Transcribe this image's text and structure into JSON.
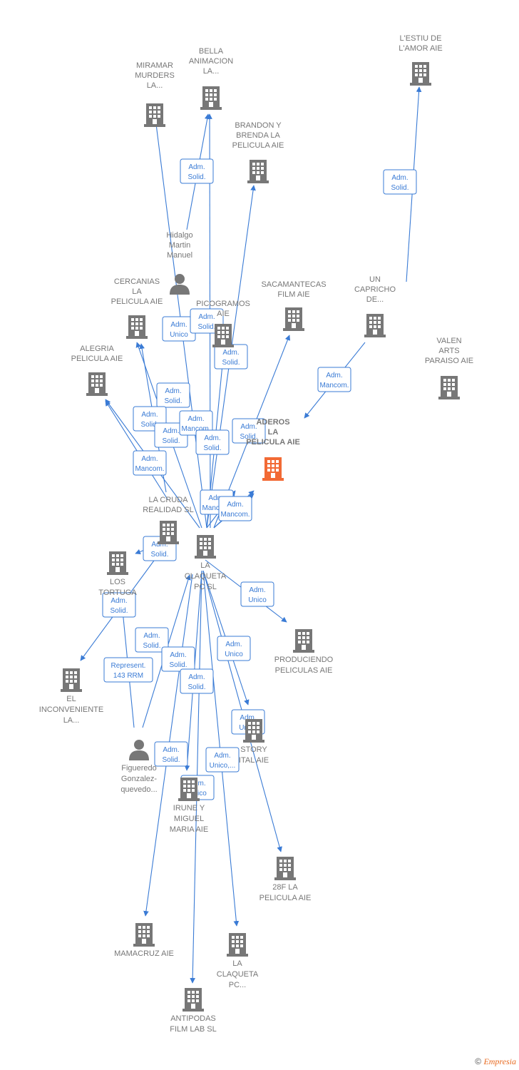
{
  "colors": {
    "edge": "#3a7bd5",
    "company": "#777777",
    "highlight": "#f26a35",
    "label": "#777777"
  },
  "nodes": [
    {
      "id": "lestiu",
      "label": [
        "L'ESTIU DE",
        "L'AMOR  AIE"
      ],
      "type": "company"
    },
    {
      "id": "bella",
      "label": [
        "BELLA",
        "ANIMACION",
        "LA..."
      ],
      "type": "company"
    },
    {
      "id": "miramar",
      "label": [
        "MIRAMAR",
        "MURDERS",
        "LA..."
      ],
      "type": "company"
    },
    {
      "id": "brandon",
      "label": [
        "BRANDON Y",
        "BRENDA LA",
        "PELICULA  AIE"
      ],
      "type": "company"
    },
    {
      "id": "hidalgo",
      "label": [
        "Hidalgo",
        "Martin",
        "Manuel"
      ],
      "type": "person"
    },
    {
      "id": "cercanias",
      "label": [
        "CERCANIAS",
        "LA",
        "PELICULA AIE"
      ],
      "type": "company"
    },
    {
      "id": "picogramos",
      "label": [
        "PICOGRAMOS",
        "AIE"
      ],
      "type": "company"
    },
    {
      "id": "sacamantecas",
      "label": [
        "SACAMANTECAS",
        "FILM  AIE"
      ],
      "type": "company"
    },
    {
      "id": "capricho",
      "label": [
        "UN",
        "CAPRICHO",
        "DE..."
      ],
      "type": "company"
    },
    {
      "id": "valen",
      "label": [
        "VALEN",
        "ARTS",
        "PARAISO AIE"
      ],
      "type": "company"
    },
    {
      "id": "alegria",
      "label": [
        "ALEGRIA",
        "PELICULA AIE"
      ],
      "type": "company"
    },
    {
      "id": "aderos",
      "label": [
        "ADEROS",
        "LA",
        "PELICULA  AIE"
      ],
      "type": "highlight"
    },
    {
      "id": "cruda",
      "label": [
        "LA CRUDA",
        "REALIDAD  SL"
      ],
      "type": "company"
    },
    {
      "id": "claqueta",
      "label": [
        "LA",
        "CLAQUETA",
        "PC SL"
      ],
      "type": "company"
    },
    {
      "id": "tortugas",
      "label": [
        "LOS",
        "TORTUGA"
      ],
      "type": "company"
    },
    {
      "id": "produciendo",
      "label": [
        "PRODUCIENDO",
        "PELICULAS  AIE"
      ],
      "type": "company"
    },
    {
      "id": "inconveniente",
      "label": [
        "EL",
        "INCONVENIENTE",
        "LA..."
      ],
      "type": "company"
    },
    {
      "id": "story",
      "label": [
        "STORY",
        "ITAL  AIE"
      ],
      "type": "company"
    },
    {
      "id": "figueredo",
      "label": [
        "Figueredo",
        "Gonzalez-",
        "quevedo..."
      ],
      "type": "person"
    },
    {
      "id": "irune",
      "label": [
        "IRUNE Y",
        "MIGUEL",
        "MARIA  AIE"
      ],
      "type": "company"
    },
    {
      "id": "f28",
      "label": [
        "28F LA",
        "PELICULA  AIE"
      ],
      "type": "company"
    },
    {
      "id": "mamacruz",
      "label": [
        "MAMACRUZ  AIE"
      ],
      "type": "company"
    },
    {
      "id": "claquetapc",
      "label": [
        "LA",
        "CLAQUETA",
        "PC..."
      ],
      "type": "company"
    },
    {
      "id": "antipodas",
      "label": [
        "ANTIPODAS",
        "FILM LAB  SL"
      ],
      "type": "company"
    }
  ],
  "edge_labels": [
    [
      "Adm.",
      "Solid."
    ],
    [
      "Adm.",
      "Solid."
    ],
    [
      "Adm.",
      "Unico"
    ],
    [
      "Adm.",
      "Solid."
    ],
    [
      "Adm.",
      "Solid."
    ],
    [
      "Adm.",
      "Mancom."
    ],
    [
      "Adm.",
      "Solid."
    ],
    [
      "Adm.",
      "Solid."
    ],
    [
      "Adm.",
      "Solid."
    ],
    [
      "Adm.",
      "Mancom."
    ],
    [
      "Adm.",
      "Solid."
    ],
    [
      "Adm.",
      "Solid."
    ],
    [
      "Adm.",
      "Mancom."
    ],
    [
      "Adm.",
      "Mancom."
    ],
    [
      "Adm.",
      "Mancom."
    ],
    [
      "Adm.",
      "Solid."
    ],
    [
      "Adm.",
      "Solid."
    ],
    [
      "Adm.",
      "Unico"
    ],
    [
      "Adm.",
      "Solid."
    ],
    [
      "Represent.",
      "143 RRM"
    ],
    [
      "Adm.",
      "Solid."
    ],
    [
      "Adm.",
      "Solid."
    ],
    [
      "Adm.",
      "Unico"
    ],
    [
      "Adm.",
      "Unico"
    ],
    [
      "Adm.",
      "Solid."
    ],
    [
      "Adm.",
      "Unico,..."
    ],
    [
      "Adm.",
      "Unico"
    ]
  ],
  "footer": {
    "copyright": "©",
    "brand": "Empresia"
  }
}
